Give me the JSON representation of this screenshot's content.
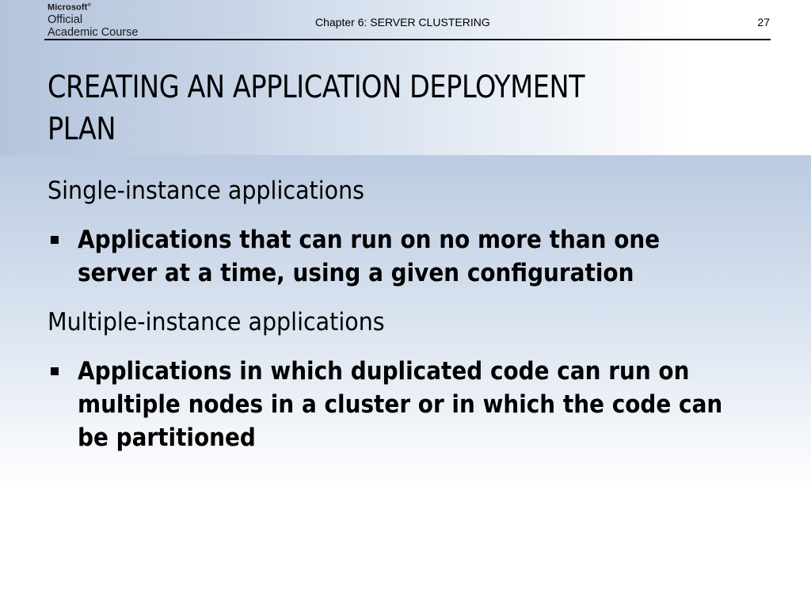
{
  "logo": {
    "brand": "Microsoft",
    "line1": "Official",
    "line2": "Academic Course"
  },
  "header": {
    "chapter": "Chapter 6: SERVER CLUSTERING",
    "page_number": "27"
  },
  "slide": {
    "title_line1": "CREATING AN APPLICATION DEPLOYMENT",
    "title_line2": "PLAN",
    "sections": [
      {
        "heading": "Single-instance applications",
        "bullet_lines": [
          "Applications that can run on no more than one",
          "server at a time, using a given configuration"
        ]
      },
      {
        "heading": "Multiple-instance applications",
        "bullet_lines": [
          "Applications in which duplicated code can run on",
          "multiple nodes in a cluster or in which the code can",
          "be partitioned"
        ]
      }
    ]
  },
  "colors": {
    "background_top": "#b7c7de",
    "background_bottom": "#ffffff",
    "text": "#000000"
  }
}
